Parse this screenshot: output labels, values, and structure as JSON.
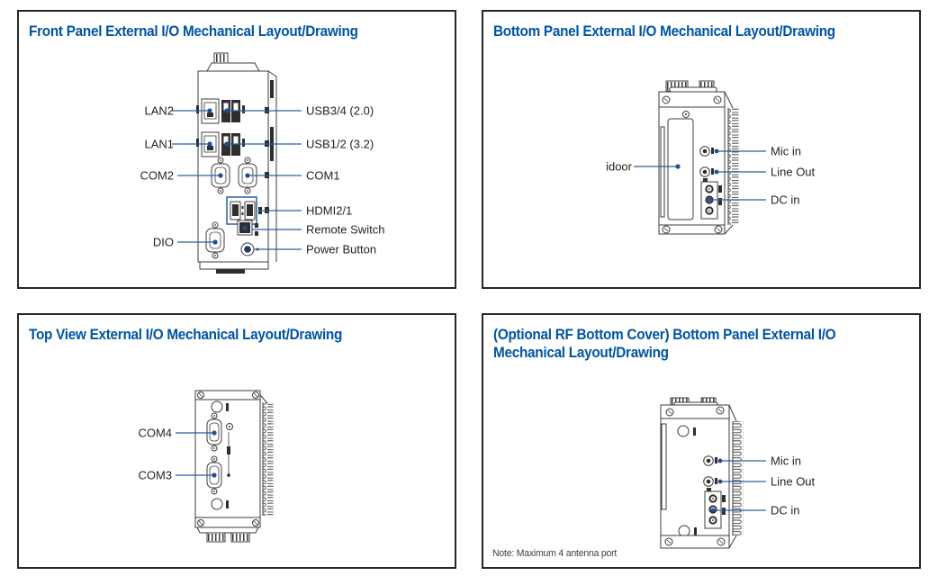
{
  "colors": {
    "title_blue": "#0054a1",
    "leader_blue": "#2d5f9e",
    "dot_blue": "#1d4f91",
    "line": "#3c3c3c",
    "dark": "#2e2e2e",
    "border": "#262626",
    "label": "#231f20",
    "power_navy": "#1c3f63"
  },
  "panels": {
    "front": {
      "title": "Front Panel External I/O Mechanical Layout/Drawing",
      "labels": {
        "lan2": "LAN2",
        "lan1": "LAN1",
        "com2": "COM2",
        "dio": "DIO",
        "usb34": "USB3/4 (2.0)",
        "usb12": "USB1/2 (3.2)",
        "com1": "COM1",
        "hdmi": "HDMI2/1",
        "remote": "Remote Switch",
        "power": "Power Button"
      }
    },
    "bottom": {
      "title": "Bottom Panel External I/O Mechanical Layout/Drawing",
      "labels": {
        "idoor": "idoor",
        "mic": "Mic in",
        "lineout": "Line Out",
        "dcin": "DC in"
      }
    },
    "top": {
      "title": "Top View External I/O Mechanical Layout/Drawing",
      "labels": {
        "com4": "COM4",
        "com3": "COM3"
      }
    },
    "rf": {
      "title_line1": "(Optional RF Bottom Cover) Bottom Panel External I/O",
      "title_line2": "Mechanical Layout/Drawing",
      "labels": {
        "mic": "Mic in",
        "lineout": "Line Out",
        "dcin": "DC in"
      },
      "note": "Note: Maximum 4 antenna port"
    }
  }
}
